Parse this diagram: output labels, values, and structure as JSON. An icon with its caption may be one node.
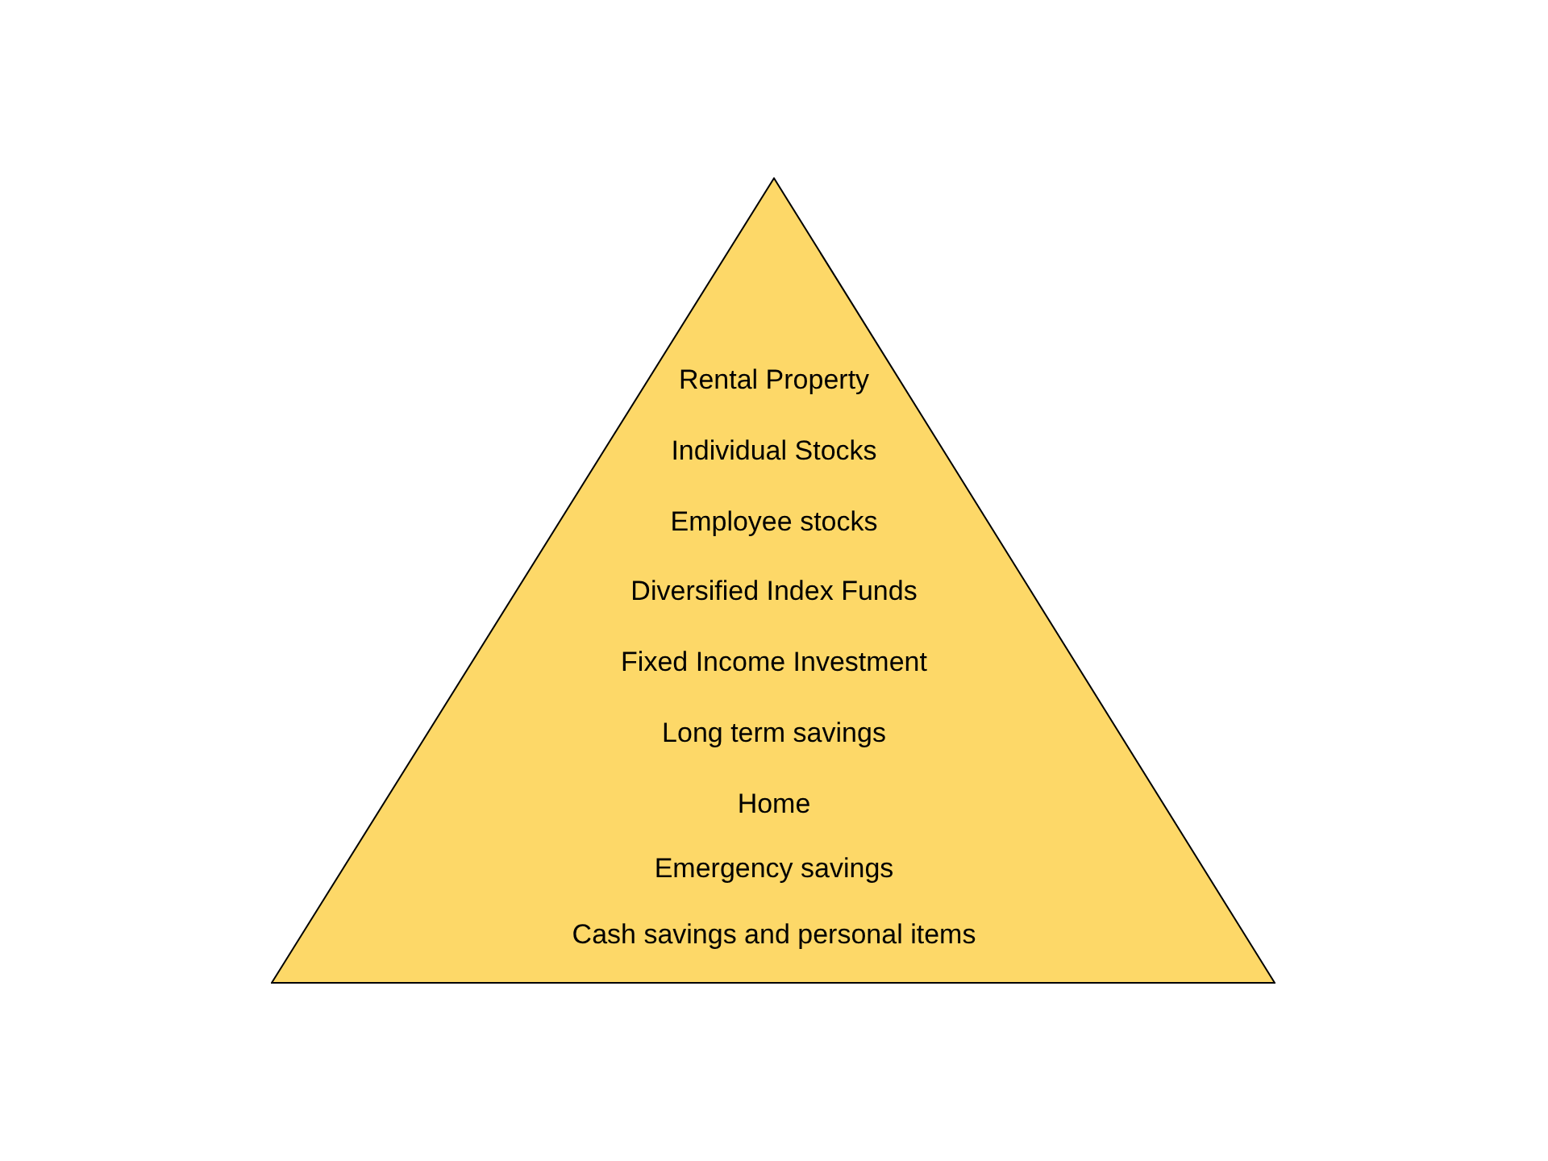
{
  "diagram": {
    "nodes": [
      {
        "text": [
          "Rental Property",
          "Individual Stocks",
          "Employee stocks",
          "Diversified Index Funds",
          "Fixed Income Investment",
          "Long term savings",
          "Home",
          "Emergency savings",
          "Cash savings and personal items"
        ]
      }
    ]
  }
}
